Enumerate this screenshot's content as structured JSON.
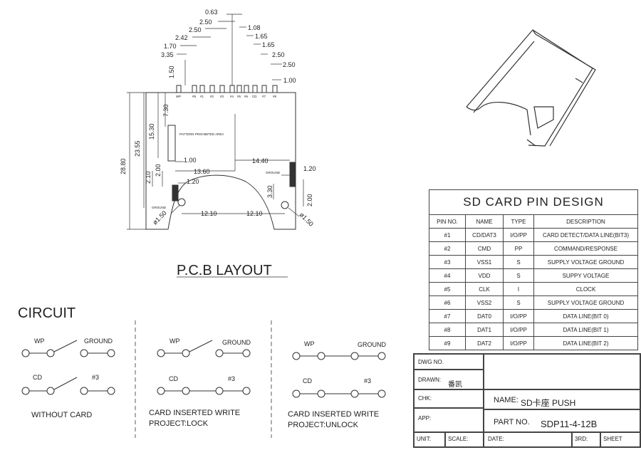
{
  "pcb": {
    "title": "P.C.B LAYOUT",
    "top_dims": [
      "0.63",
      "2.50",
      "1.08",
      "2.50",
      "1.65",
      "2.42",
      "1.65",
      "1.70",
      "2.50",
      "3.35",
      "2.50",
      "1.00"
    ],
    "dim_150_top": "1.50",
    "pin_labels": [
      "WP",
      "#9",
      "#1",
      "#2",
      "#3",
      "#4",
      "#5",
      "#6",
      "CD",
      "#7",
      "#8"
    ],
    "left_dims": [
      "28.80",
      "23.55",
      "15.30",
      "7.30",
      "2.10",
      "2.00"
    ],
    "mid_dims": [
      "1.00",
      "13.60",
      "1.20",
      "14.40",
      "1.20",
      "3.30",
      "2.00"
    ],
    "bottom_dims": [
      "12.10",
      "12.10"
    ],
    "hole_left": "ø1.50",
    "hole_right": "ø1.50",
    "note_pattern": "PATTERN PROHIBITED AREA",
    "note_ground_left": "GROUND",
    "note_ground_right": "GROUND"
  },
  "circuit": {
    "title": "CIRCUIT",
    "wp": "WP",
    "ground": "GROUND",
    "cd": "CD",
    "pin3": "#3",
    "cap1": "WITHOUT CARD",
    "cap2a": "CARD INSERTED WRITE",
    "cap2b": "PROJECT:LOCK",
    "cap3a": "CARD INSERTED WRITE",
    "cap3b": "PROJECT:UNLOCK"
  },
  "pin_table": {
    "title": "SD CARD PIN DESIGN",
    "headers": [
      "PIN NO.",
      "NAME",
      "TYPE",
      "DESCRIPTION"
    ],
    "rows": [
      [
        "#1",
        "CD/DAT3",
        "I/O/PP",
        "CARD DETECT/DATA LINE(BIT3)"
      ],
      [
        "#2",
        "CMD",
        "PP",
        "COMMAND/RESPONSE"
      ],
      [
        "#3",
        "VSS1",
        "S",
        "SUPPLY VOLTAGE GROUND"
      ],
      [
        "#4",
        "VDD",
        "S",
        "SUPPY VOLTAGE"
      ],
      [
        "#5",
        "CLK",
        "I",
        "CLOCK"
      ],
      [
        "#6",
        "VSS2",
        "S",
        "SUPPLY VOLTAGE GROUND"
      ],
      [
        "#7",
        "DAT0",
        "I/O/PP",
        "DATA LINE(BIT 0)"
      ],
      [
        "#8",
        "DAT1",
        "I/O/PP",
        "DATA LINE(BIT 1)"
      ],
      [
        "#9",
        "DAT2",
        "I/O/PP",
        "DATA LINE(BIT 2)"
      ]
    ]
  },
  "title_block": {
    "dwg_no": "DWG NO.",
    "drawn": "DRAWN:",
    "drawn_sig": "番凯",
    "chk": "CHK:",
    "app": "APP:",
    "name_label": "NAME:",
    "name_value": "SD卡座 PUSH",
    "part_label": "PART NO.",
    "part_value": "SDP11-4-12B",
    "unit": "UNIT:",
    "scale": "SCALE:",
    "date": "DATE:",
    "third": "3RD:",
    "sheet": "SHEET"
  }
}
